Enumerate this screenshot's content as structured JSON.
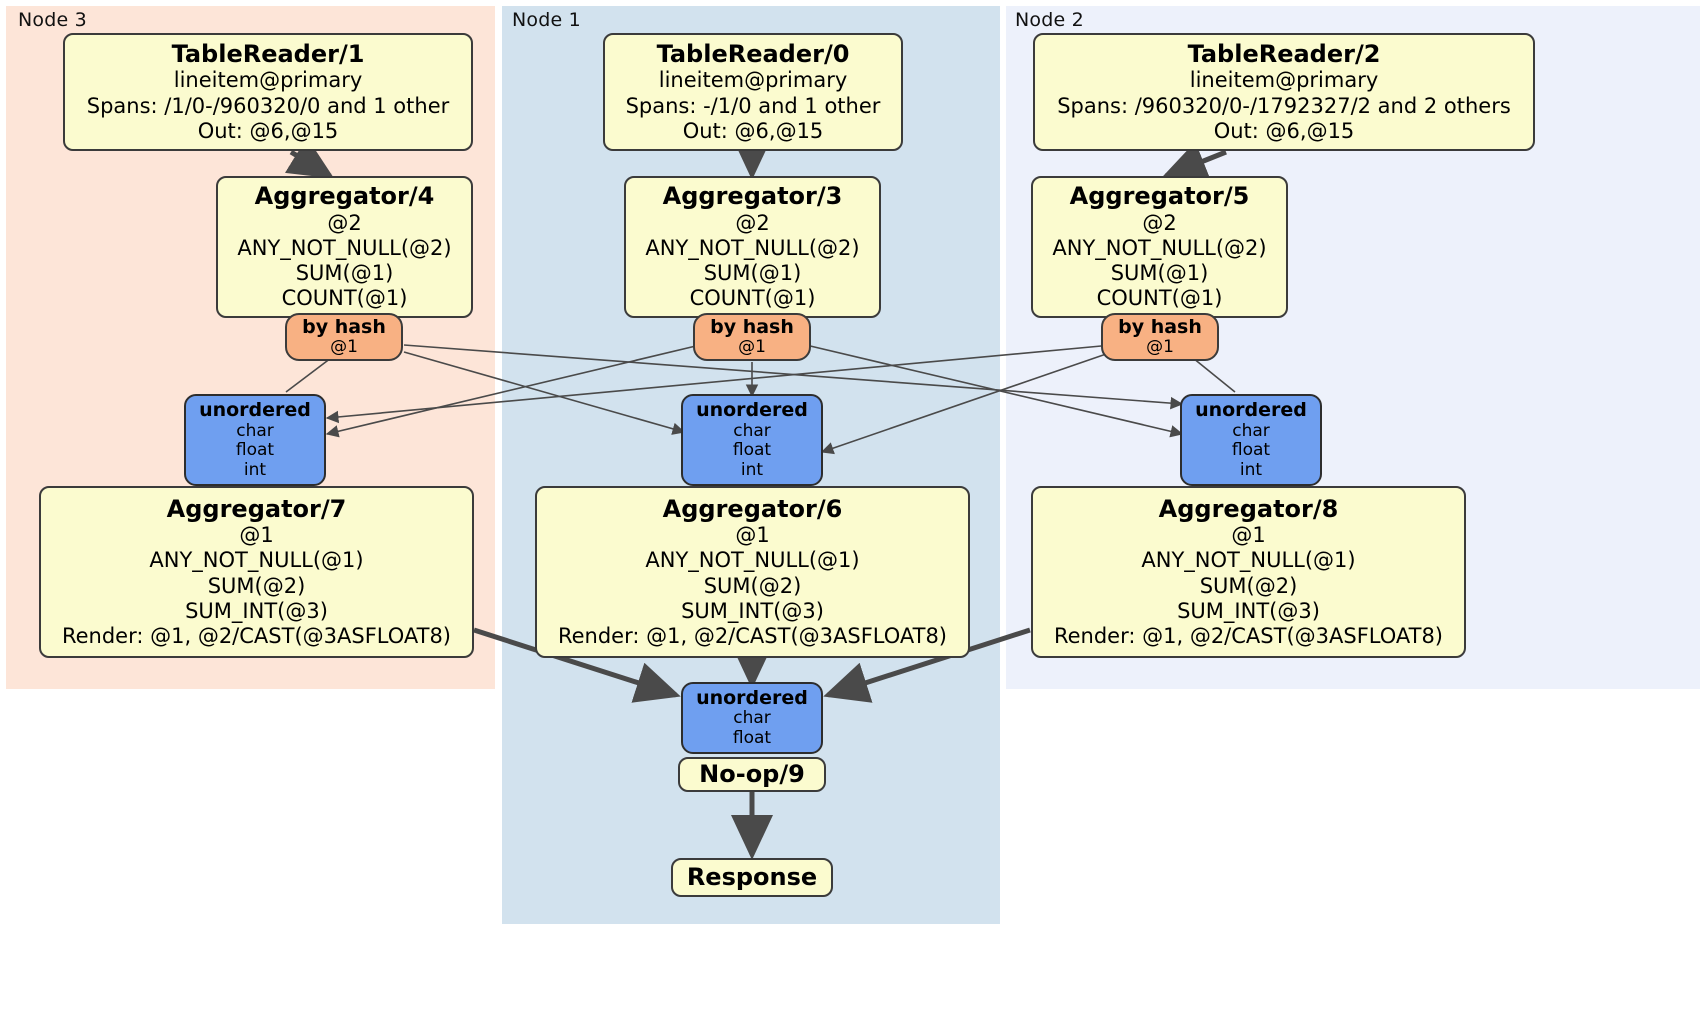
{
  "diagram": {
    "type": "distributed-query-plan",
    "colors": {
      "node3_panel": "#fde5d8",
      "node1_panel": "#d2e2ee",
      "node2_panel": "#edf1fb",
      "processor_box": "#fbfbcf",
      "hash_router": "#f8b183",
      "unordered_synchronizer": "#6f9ff0",
      "edge": "#4a4a4a",
      "border": "#3b3b3b"
    }
  },
  "panels": [
    {
      "id": "node3",
      "label": "Node 3"
    },
    {
      "id": "node1",
      "label": "Node 1"
    },
    {
      "id": "node2",
      "label": "Node 2"
    }
  ],
  "processors": {
    "table_reader_1": {
      "title": "TableReader/1",
      "lines": [
        "lineitem@primary",
        "Spans: /1/0-/960320/0 and 1 other",
        "Out: @6,@15"
      ]
    },
    "table_reader_0": {
      "title": "TableReader/0",
      "lines": [
        "lineitem@primary",
        "Spans: -/1/0 and 1 other",
        "Out: @6,@15"
      ]
    },
    "table_reader_2": {
      "title": "TableReader/2",
      "lines": [
        "lineitem@primary",
        "Spans: /960320/0-/1792327/2 and 2 others",
        "Out: @6,@15"
      ]
    },
    "aggregator_4": {
      "title": "Aggregator/4",
      "lines": [
        "@2",
        "ANY_NOT_NULL(@2)",
        "SUM(@1)",
        "COUNT(@1)"
      ]
    },
    "aggregator_3": {
      "title": "Aggregator/3",
      "lines": [
        "@2",
        "ANY_NOT_NULL(@2)",
        "SUM(@1)",
        "COUNT(@1)"
      ]
    },
    "aggregator_5": {
      "title": "Aggregator/5",
      "lines": [
        "@2",
        "ANY_NOT_NULL(@2)",
        "SUM(@1)",
        "COUNT(@1)"
      ]
    },
    "aggregator_7": {
      "title": "Aggregator/7",
      "lines": [
        "@1",
        "ANY_NOT_NULL(@1)",
        "SUM(@2)",
        "SUM_INT(@3)",
        "Render: @1, @2/CAST(@3ASFLOAT8)"
      ]
    },
    "aggregator_6": {
      "title": "Aggregator/6",
      "lines": [
        "@1",
        "ANY_NOT_NULL(@1)",
        "SUM(@2)",
        "SUM_INT(@3)",
        "Render: @1, @2/CAST(@3ASFLOAT8)"
      ]
    },
    "aggregator_8": {
      "title": "Aggregator/8",
      "lines": [
        "@1",
        "ANY_NOT_NULL(@1)",
        "SUM(@2)",
        "SUM_INT(@3)",
        "Render: @1, @2/CAST(@3ASFLOAT8)"
      ]
    },
    "noop_9": {
      "title": "No-op/9",
      "lines": []
    },
    "response": {
      "title": "Response",
      "lines": []
    }
  },
  "routers": {
    "hash_left": {
      "title": "by hash",
      "line": "@1"
    },
    "hash_center": {
      "title": "by hash",
      "line": "@1"
    },
    "hash_right": {
      "title": "by hash",
      "line": "@1"
    }
  },
  "synchronizers": {
    "unordered_left": {
      "title": "unordered",
      "lines": [
        "char",
        "float",
        "int"
      ]
    },
    "unordered_center": {
      "title": "unordered",
      "lines": [
        "char",
        "float",
        "int"
      ]
    },
    "unordered_right": {
      "title": "unordered",
      "lines": [
        "char",
        "float",
        "int"
      ]
    },
    "unordered_final": {
      "title": "unordered",
      "lines": [
        "char",
        "float"
      ]
    }
  }
}
